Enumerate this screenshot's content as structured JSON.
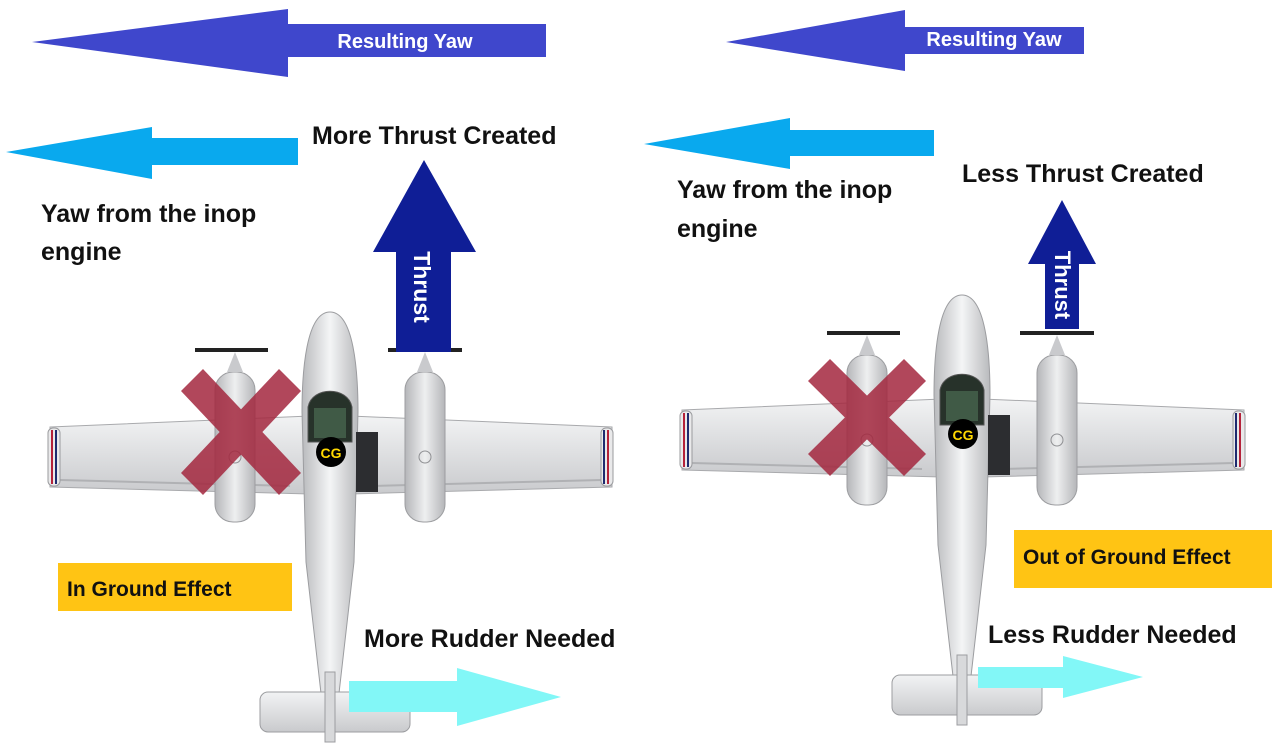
{
  "colors": {
    "resulting_yaw": "#3f47cc",
    "inop_yaw": "#09a9ee",
    "thrust": "#0f1e96",
    "rudder": "#82f7f7",
    "inop_x": "#a4283f",
    "effect_box": "#ffc414",
    "aircraft": "#e3e4e6"
  },
  "left_panel": {
    "resulting_yaw": "Resulting Yaw",
    "thrust_caption": "More Thrust Created",
    "thrust_arrow": "Thrust",
    "inop_yaw_line1": "Yaw from the inop",
    "inop_yaw_line2": "engine",
    "cg": "CG",
    "ground_effect": "In Ground Effect",
    "rudder": "More Rudder Needed"
  },
  "right_panel": {
    "resulting_yaw": "Resulting Yaw",
    "thrust_caption": "Less Thrust Created",
    "thrust_arrow": "Thrust",
    "inop_yaw_line1": "Yaw from the inop",
    "inop_yaw_line2": "engine",
    "cg": "CG",
    "ground_effect": "Out of Ground Effect",
    "rudder": "Less Rudder Needed"
  }
}
